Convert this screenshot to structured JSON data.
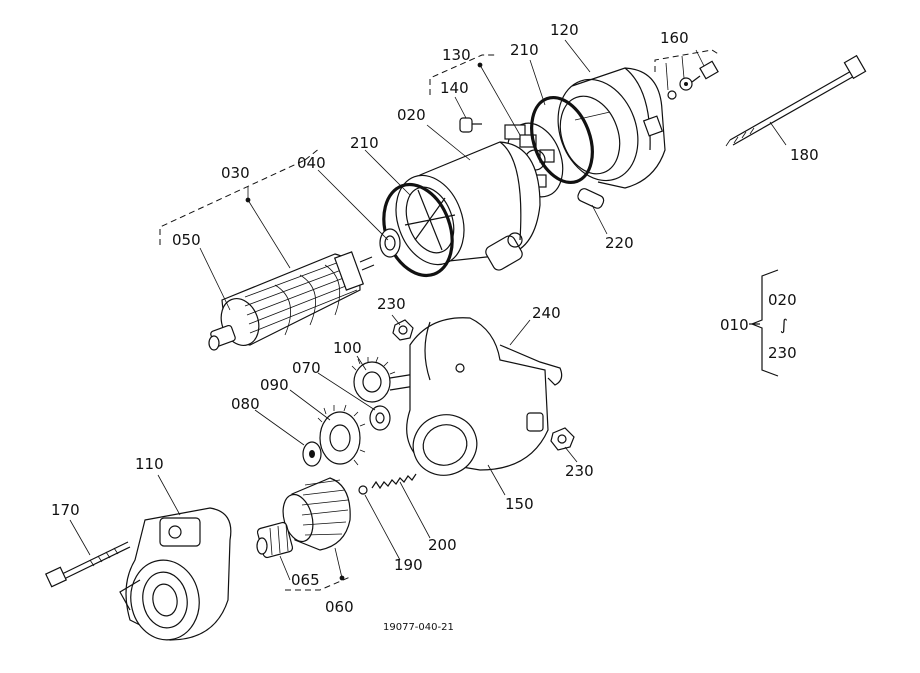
{
  "diagram": {
    "drawing_number": "19077-040-21",
    "callouts": {
      "p010": "010",
      "p020": "020",
      "p030": "030",
      "p040": "040",
      "p050": "050",
      "p060": "060",
      "p065": "065",
      "p070": "070",
      "p080": "080",
      "p090": "090",
      "p100": "100",
      "p110": "110",
      "p120": "120",
      "p130": "130",
      "p140": "140",
      "p150": "150",
      "p160": "160",
      "p170": "170",
      "p180": "180",
      "p190": "190",
      "p200": "200",
      "p210a": "210",
      "p210b": "210",
      "p220": "220",
      "p230a": "230",
      "p230b": "230",
      "p240": "240"
    },
    "assembly_legend": {
      "parent": "010",
      "from": "020",
      "tilde": "∫",
      "to": "230"
    },
    "colors": {
      "ink": "#111111",
      "paper": "#ffffff"
    }
  }
}
